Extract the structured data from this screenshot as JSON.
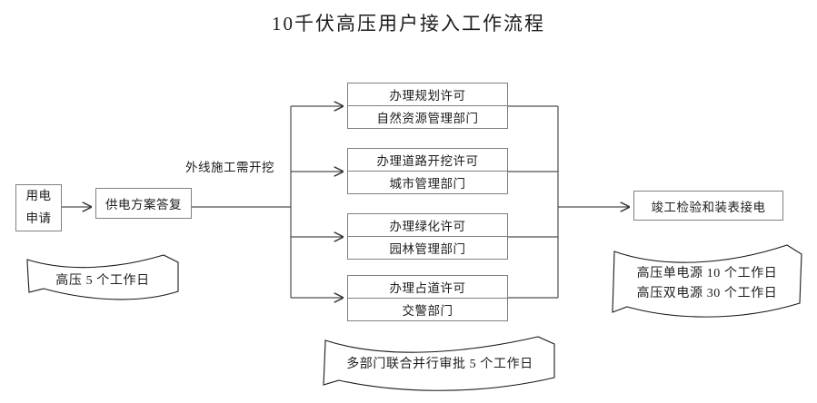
{
  "title": "10千伏高压用户接入工作流程",
  "nodes": {
    "start": {
      "lines": [
        "用电",
        "申请"
      ]
    },
    "reply": {
      "lines": [
        "供电方案答复"
      ]
    },
    "permits": [
      {
        "name": "planning-permit",
        "action": "办理规划许可",
        "department": "自然资源管理部门"
      },
      {
        "name": "road-excavation-permit",
        "action": "办理道路开挖许可",
        "department": "城市管理部门"
      },
      {
        "name": "greening-permit",
        "action": "办理绿化许可",
        "department": "园林管理部门"
      },
      {
        "name": "road-occupation-permit",
        "action": "办理占道许可",
        "department": "交警部门"
      }
    ],
    "final": {
      "lines": [
        "竣工检验和装表接电"
      ]
    }
  },
  "edge_labels": {
    "branch_condition": "外线施工需开挖"
  },
  "banners": {
    "left": {
      "lines": [
        "高压 5 个工作日"
      ]
    },
    "right": {
      "lines": [
        "高压单电源 10 个工作日",
        "高压双电源 30 个工作日"
      ]
    },
    "bottom": {
      "lines": [
        "多部门联合并行审批 5 个工作日"
      ]
    }
  },
  "colors": {
    "box_border": "#808080",
    "connector": "#4d4d4d",
    "banner_stroke": "#1a1a1a",
    "text": "#1c1c1c",
    "background": "#ffffff"
  }
}
